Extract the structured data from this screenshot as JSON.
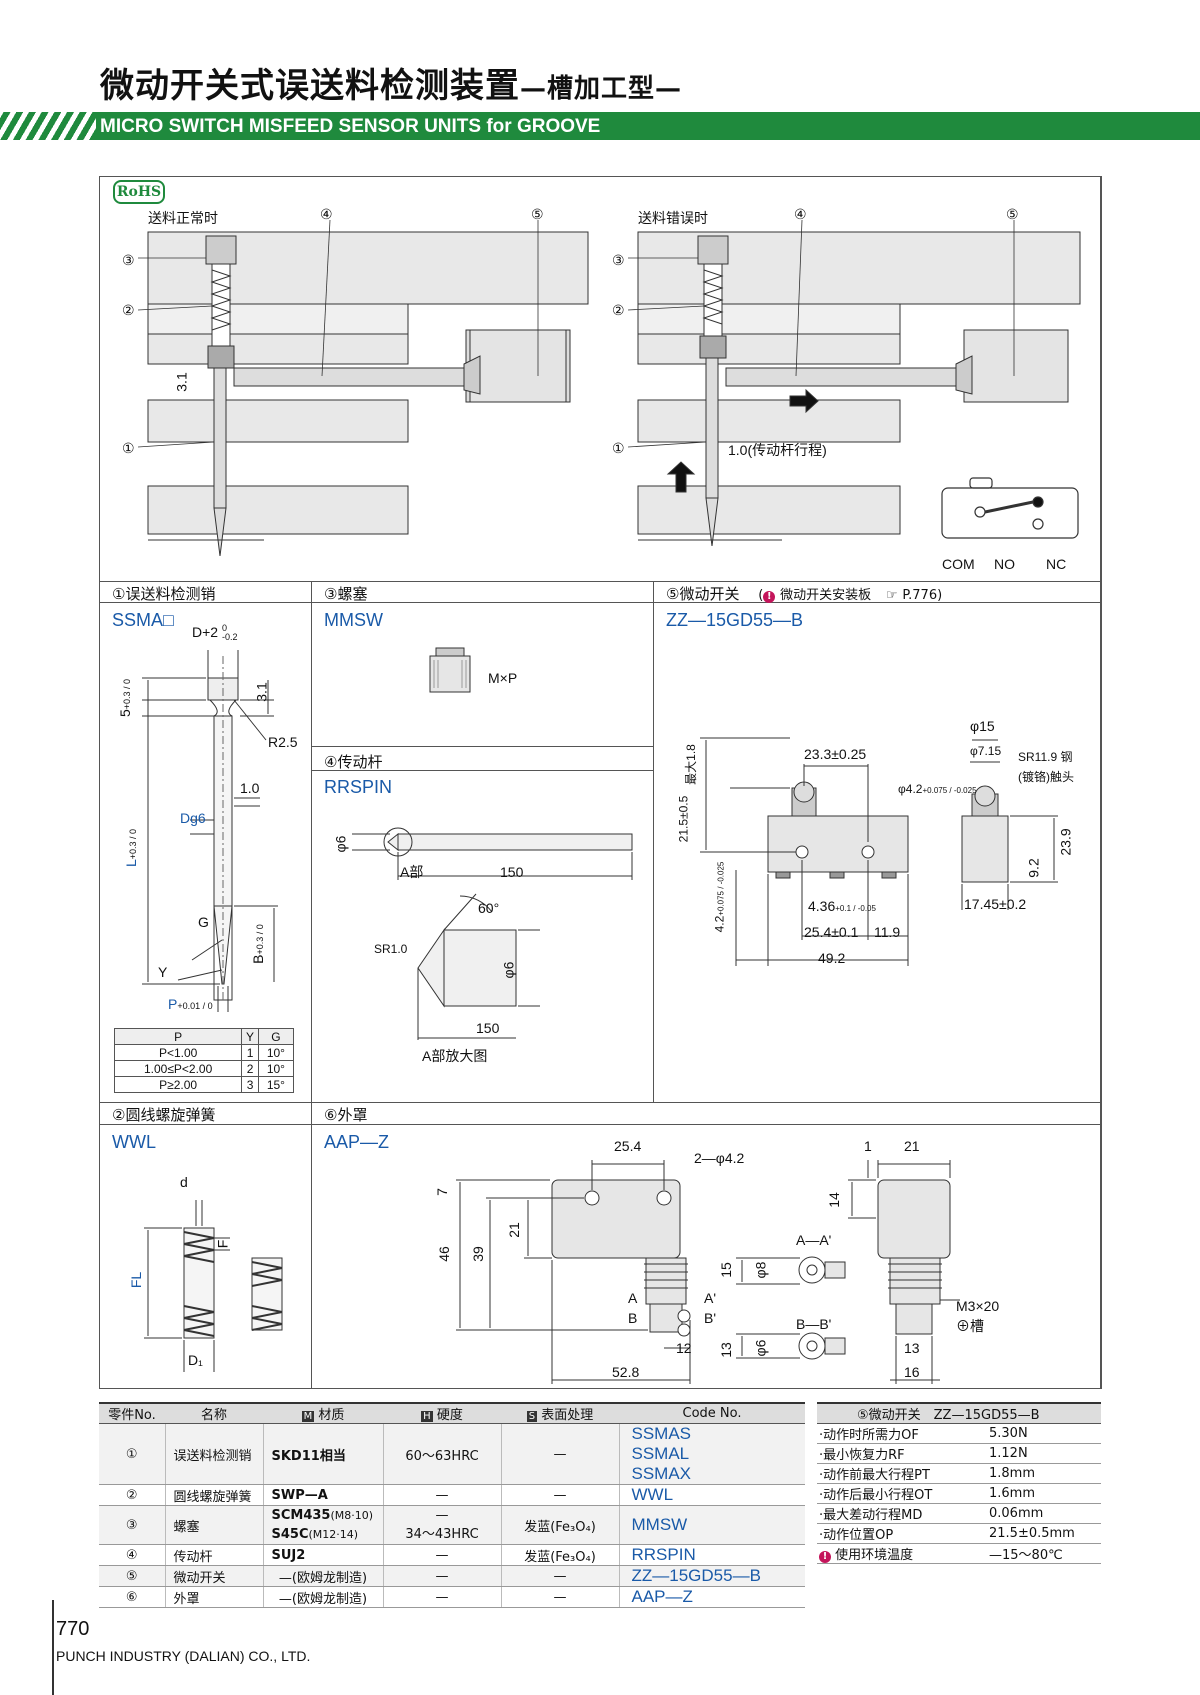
{
  "header": {
    "title_cn": "微动开关式误送料检测装置",
    "title_cn_sub": "—槽加工型—",
    "title_en": "MICRO SWITCH MISFEED SENSOR UNITS for GROOVE"
  },
  "rohs": "RoHS",
  "diagram": {
    "normal_label": "送料正常时",
    "error_label": "送料错误时",
    "callouts": [
      "①",
      "②",
      "③",
      "④",
      "⑤"
    ],
    "dim_3_1": "3.1",
    "stroke_label": "1.0(传动杆行程)",
    "com": "COM",
    "no": "NO",
    "nc": "NC"
  },
  "sections": {
    "s1": "①误送料检测销",
    "s3": "③螺塞",
    "s5": "⑤微动开关",
    "s5_note": "微动开关安装板",
    "s5_ref": "P.776)",
    "s5_open": "(",
    "s4": "④传动杆",
    "s2": "②圆线螺旋弹簧",
    "s6": "⑥外罩"
  },
  "codes": {
    "pin": "SSMA□",
    "plug": "MMSW",
    "switch": "ZZ—15GD55—B",
    "rod": "RRSPIN",
    "spring": "WWL",
    "cover": "AAP—Z"
  },
  "pin_dims": {
    "d2": "D+2",
    "d2_tol_up": "0",
    "d2_tol_dn": "-0.2",
    "five": "5",
    "five_tol": "+0.3 / 0",
    "three_one": "3.1",
    "r25": "R2.5",
    "one": "1.0",
    "dg6": "Dg6",
    "l": "L",
    "l_tol": "+0.3 / 0",
    "g": "G",
    "b": "B",
    "b_tol": "+0.3 / 0",
    "y": "Y",
    "p": "P",
    "p_tol": "+0.01 / 0"
  },
  "pyg_table": {
    "headers": [
      "P",
      "Y",
      "G"
    ],
    "rows": [
      [
        "P<1.00",
        "1",
        "10°"
      ],
      [
        "1.00≤P<2.00",
        "2",
        "10°"
      ],
      [
        "P≥2.00",
        "3",
        "15°"
      ]
    ]
  },
  "plug_dims": {
    "mxp": "M×P"
  },
  "rod_dims": {
    "phi6": "φ6",
    "a_part": "A部",
    "len150": "150",
    "deg60": "60°",
    "sr10": "SR1.0",
    "phi6b": "φ6",
    "len150b": "150",
    "a_enlarged": "A部放大图"
  },
  "switch_dims": {
    "d233": "23.3±0.25",
    "phi42": "φ4.2",
    "phi42_tol": "+0.075 / -0.025",
    "max18": "最大1.8",
    "d215": "21.5±0.5",
    "d42": "4.2",
    "d42_tol": "+0.075 / -0.025",
    "d436": "4.36",
    "d436_tol": "+0.1 / -0.05",
    "d254": "25.4±0.1",
    "d119": "11.9",
    "d492": "49.2",
    "phi15": "φ15",
    "phi715": "φ7.15",
    "sr119": "SR11.9 钢",
    "sr119b": "(镀铬)触头",
    "d239": "23.9",
    "d92": "9.2",
    "d1745": "17.45±0.2"
  },
  "spring_dims": {
    "d": "d",
    "f": "F",
    "fl": "FL",
    "d1": "D₁"
  },
  "cover_dims": {
    "d254": "25.4",
    "holes": "2—φ4.2",
    "d7": "7",
    "d46": "46",
    "d39": "39",
    "d21": "21",
    "a": "A",
    "b": "B",
    "a2": "A'",
    "b2": "B'",
    "d12": "12",
    "d528": "52.8",
    "aa": "A—A'",
    "phi8": "φ8",
    "d15": "15",
    "bb": "B—B'",
    "phi6": "φ6",
    "d13": "13",
    "d1": "1",
    "d21b": "21",
    "d14": "14",
    "m3": "M3×20",
    "groove": "⊕槽",
    "d13b": "13",
    "d16": "16"
  },
  "parts_table": {
    "headers": [
      "零件No.",
      "名称",
      "材质",
      "硬度",
      "表面处理",
      "Code No."
    ],
    "header_icons": [
      "M",
      "H",
      "S"
    ],
    "rows": [
      {
        "no": "①",
        "name": "误送料检测销",
        "mat": "SKD11相当",
        "hard": "60～63HRC",
        "surf": "—",
        "codes": [
          "SSMAS",
          "SSMAL",
          "SSMAX"
        ]
      },
      {
        "no": "②",
        "name": "圆线螺旋弹簧",
        "mat": "SWP—A",
        "hard": "—",
        "surf": "—",
        "codes": [
          "WWL"
        ]
      },
      {
        "no": "③",
        "name": "螺塞",
        "mat": "SCM435",
        "mat_note": "(M8·10)",
        "hard": "—",
        "mat2": "S45C",
        "mat2_note": "(M12·14)",
        "hard2": "34～43HRC",
        "surf": "发蓝(Fe₃O₄)",
        "codes": [
          "MMSW"
        ]
      },
      {
        "no": "④",
        "name": "传动杆",
        "mat": "SUJ2",
        "hard": "—",
        "surf": "发蓝(Fe₃O₄)",
        "codes": [
          "RRSPIN"
        ]
      },
      {
        "no": "⑤",
        "name": "微动开关",
        "mat": "—(欧姆龙制造)",
        "hard": "—",
        "surf": "—",
        "codes": [
          "ZZ—15GD55—B"
        ]
      },
      {
        "no": "⑥",
        "name": "外罩",
        "mat": "—(欧姆龙制造)",
        "hard": "—",
        "surf": "—",
        "codes": [
          "AAP—Z"
        ]
      }
    ]
  },
  "spec_table": {
    "title": "⑤微动开关　ZZ—15GD55—B",
    "rows": [
      [
        "·动作时所需力OF",
        "5.30N"
      ],
      [
        "·最小恢复力RF",
        "1.12N"
      ],
      [
        "·动作前最大行程PT",
        "1.8mm"
      ],
      [
        "·动作后最小行程OT",
        "1.6mm"
      ],
      [
        "·最大差动行程MD",
        "0.06mm"
      ],
      [
        "·动作位置OP",
        "21.5±0.5mm"
      ],
      [
        "使用环境温度",
        "—15～80℃"
      ]
    ]
  },
  "footer": {
    "page": "770",
    "company": "PUNCH INDUSTRY (DALIAN) CO., LTD."
  },
  "colors": {
    "green": "#1f8a3d",
    "blue": "#1a5aa8",
    "warn": "#c4155b"
  }
}
